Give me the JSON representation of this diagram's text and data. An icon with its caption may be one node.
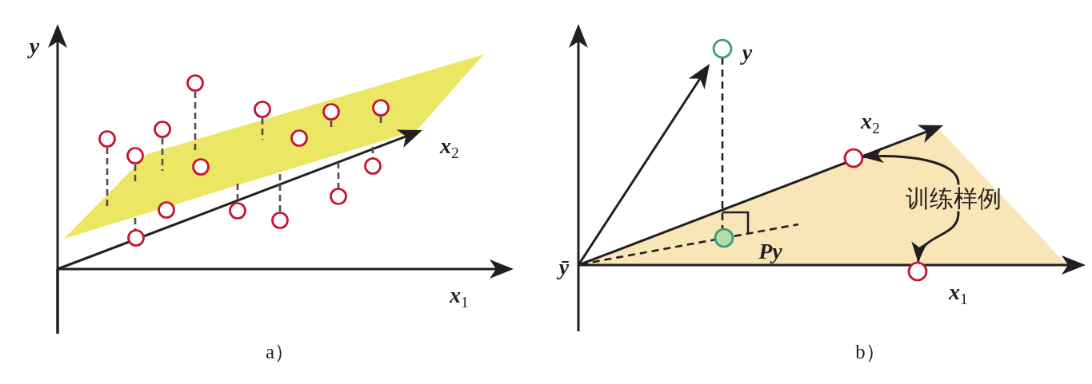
{
  "diagram": {
    "nodes": [
      {
        "text": [],
        "shape": "circle"
      },
      {
        "text": [
          "训练样例"
        ]
      },
      {
        "text": [],
        "shape": "circle"
      }
    ],
    "edges": [
      {
        "from": 1,
        "to": 0,
        "arrow": "to"
      },
      {
        "from": 1,
        "to": 2,
        "arrow": "to"
      }
    ],
    "labels": [
      "y",
      "x$_{2}$",
      "x$_{1}$",
      "a）",
      "y",
      "x$_{2}$",
      "Py",
      "ȳ",
      "x$_{1}$",
      "b）"
    ]
  }
}
